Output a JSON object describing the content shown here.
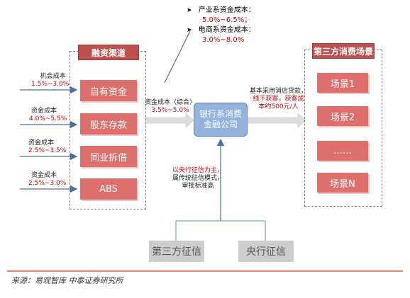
{
  "top_annotations": {
    "industry_cost_label": "产业系资金成本：",
    "industry_cost_range": "5.0%~6.5%；",
    "ecommerce_cost_label": "电商系资金成本：",
    "ecommerce_cost_range": "3.0%~8.0%"
  },
  "funding_channels": {
    "title": "融资渠道",
    "items": [
      {
        "label": "自有资金",
        "cost_label": "机会成本",
        "cost_range": "1.5%~3.0%"
      },
      {
        "label": "股东存款",
        "cost_label": "资金成本",
        "cost_range": "4.0%~5.5%"
      },
      {
        "label": "同业拆借",
        "cost_label": "资金成本",
        "cost_range": "2.5%~3.5%"
      },
      {
        "label": "ABS",
        "cost_label": "资金成本",
        "cost_range": "2.5%~3.0%"
      }
    ]
  },
  "combined_cost": {
    "label": "资金成本（综合）",
    "range": "3.5%~5.0%"
  },
  "center": {
    "line1": "银行系消费",
    "line2": "金融公司"
  },
  "right_annotation": {
    "line1": "基本采用消店贷款，",
    "line2": "线下获客，获客成",
    "line3": "本约500元/人"
  },
  "consumption_scenes": {
    "title": "第三方消费场景",
    "items": [
      "场景1",
      "场景2",
      "……",
      "场景N"
    ]
  },
  "credit_note": {
    "line1": "以央行征信为主，",
    "line2": "属传统征信模式，",
    "line3": "审批标准高"
  },
  "credit_sources": [
    "第三方征信",
    "央行征信"
  ],
  "footer": {
    "source": "来源：易观智库  中泰证券研究所"
  }
}
